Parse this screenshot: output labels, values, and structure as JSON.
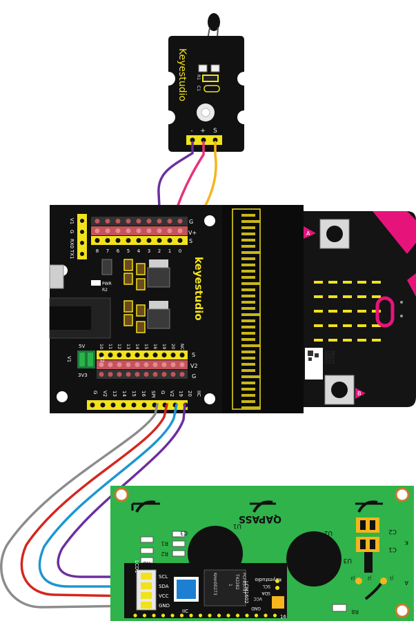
{
  "sensor": {
    "brand": "Keyestudio",
    "r1": "R1",
    "c1": "C1",
    "pin_minus": "-",
    "pin_plus": "+",
    "pin_s": "S"
  },
  "shield": {
    "brand": "keyestudio",
    "v1": "V1",
    "g": "G",
    "rx0": "RX0",
    "tx1": "TX1",
    "row_g": "G",
    "row_v": "V+",
    "row_s": "S",
    "pins_top": [
      "8",
      "7",
      "6",
      "5",
      "4",
      "3",
      "2",
      "1",
      "0"
    ],
    "pins_mid": [
      "NC",
      "20",
      "19",
      "16",
      "15",
      "14",
      "13",
      "12",
      "11",
      "10"
    ],
    "bot_s": "S",
    "bot_v2": "V2",
    "bot_g": "G",
    "pwr": "PWR",
    "r2": "R2",
    "five_v": "5V",
    "v1_side": "V1",
    "v2_side": "V2",
    "three_v": "3V3",
    "spi_labels": [
      "G",
      "V2",
      "13",
      "14",
      "15",
      "16",
      "SPI"
    ],
    "iic_labels": [
      "G",
      "V2",
      "19",
      "20",
      "IIC"
    ]
  },
  "microbit": {
    "label_a": "A",
    "label_b": "B",
    "qr_text": [
      "40S653",
      "140153",
      "880120"
    ]
  },
  "lcd": {
    "u1": "U1",
    "u2": "U2",
    "u3": "U3",
    "qapass": "QAPASS",
    "r1": "R1",
    "r2": "R2",
    "r6": "R6",
    "r8": "R8",
    "c1": "C1",
    "c2": "C2",
    "c3": "C3",
    "lcd1": "LCD1",
    "scl": "SCL",
    "sda": "SDA",
    "vcc": "VCC",
    "gnd": "GND",
    "chip1": "PCF8574T",
    "chip2": "T42282",
    "chip3": "1",
    "chip4": "Kmn00273",
    "keyestudio": "Keyestudio",
    "lcm": "LCM1602",
    "iic": "IIC",
    "scl2": "SCL",
    "sda2": "SDA",
    "vcc2": "VCC",
    "gnd2": "GND",
    "one": "1",
    "sixteen": "16",
    "k": "K",
    "a": "A",
    "j1": "J1",
    "j2": "J2",
    "j3": "J3"
  },
  "colors": {
    "board_black": "#111111",
    "lcd_green": "#2fb34a",
    "wire_purple": "#6b2fa0",
    "wire_pink": "#e8327a",
    "wire_yellow": "#f6b51c",
    "wire_grey": "#8c8c8c",
    "wire_red": "#d4261f",
    "wire_blue": "#1d96d2",
    "pin_yellow": "#f2e21b",
    "pin_red": "#c4545b",
    "microbit_pink": "#e6147a"
  }
}
